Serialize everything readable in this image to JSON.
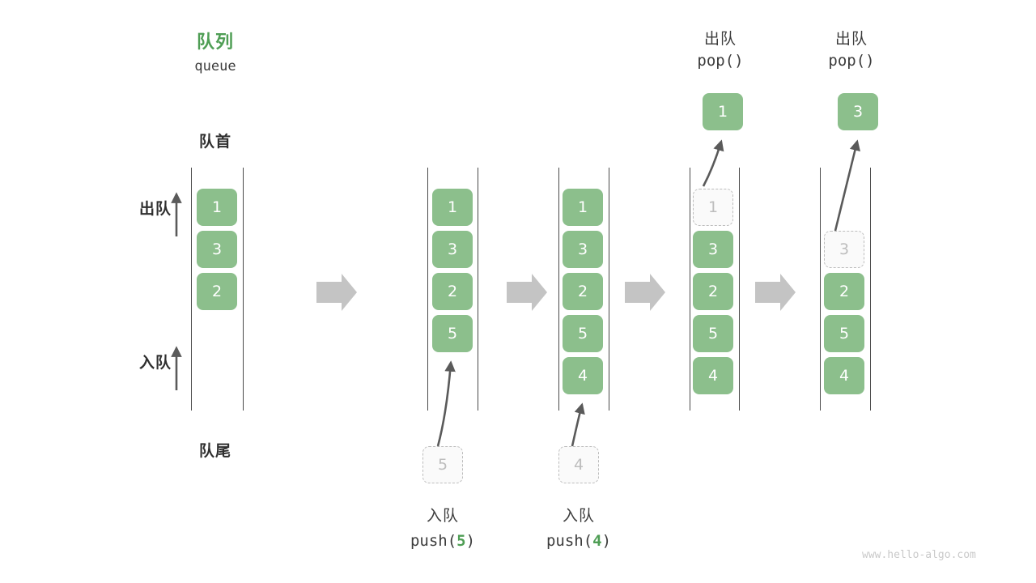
{
  "diagram": {
    "watermark": "www.hello-algo.com",
    "accent_green": "#4f9e55",
    "cell_green": "#8cbf8c",
    "ghost_gray": "#bdbdbd",
    "rail_color": "#4b4b4b",
    "block_arrow_color": "#c4c4c4"
  },
  "header": {
    "title_cn": "队列",
    "title_en": "queue"
  },
  "left_labels": {
    "front": "队首",
    "rear": "队尾",
    "dequeue": "出队",
    "enqueue": "入队"
  },
  "stages": [
    {
      "id": "initial",
      "cells": [
        "1",
        "3",
        "2"
      ],
      "ghost_index": -1
    },
    {
      "id": "push-5",
      "cells": [
        "1",
        "3",
        "2",
        "5"
      ],
      "ghost_index": -1,
      "incoming": "5",
      "caption_cn": "入队",
      "caption_code_prefix": "push(",
      "caption_code_num": "5",
      "caption_code_suffix": ")"
    },
    {
      "id": "push-4",
      "cells": [
        "1",
        "3",
        "2",
        "5",
        "4"
      ],
      "ghost_index": -1,
      "incoming": "4",
      "caption_cn": "入队",
      "caption_code_prefix": "push(",
      "caption_code_num": "4",
      "caption_code_suffix": ")"
    },
    {
      "id": "pop-1",
      "cells": [
        "1",
        "3",
        "2",
        "5",
        "4"
      ],
      "ghost_index": 0,
      "outgoing": "1",
      "caption_cn": "出队",
      "caption_code": "pop()"
    },
    {
      "id": "pop-3",
      "cells": [
        "3",
        "2",
        "5",
        "4"
      ],
      "ghost_index": 0,
      "outgoing": "3",
      "caption_cn": "出队",
      "caption_code": "pop()"
    }
  ]
}
